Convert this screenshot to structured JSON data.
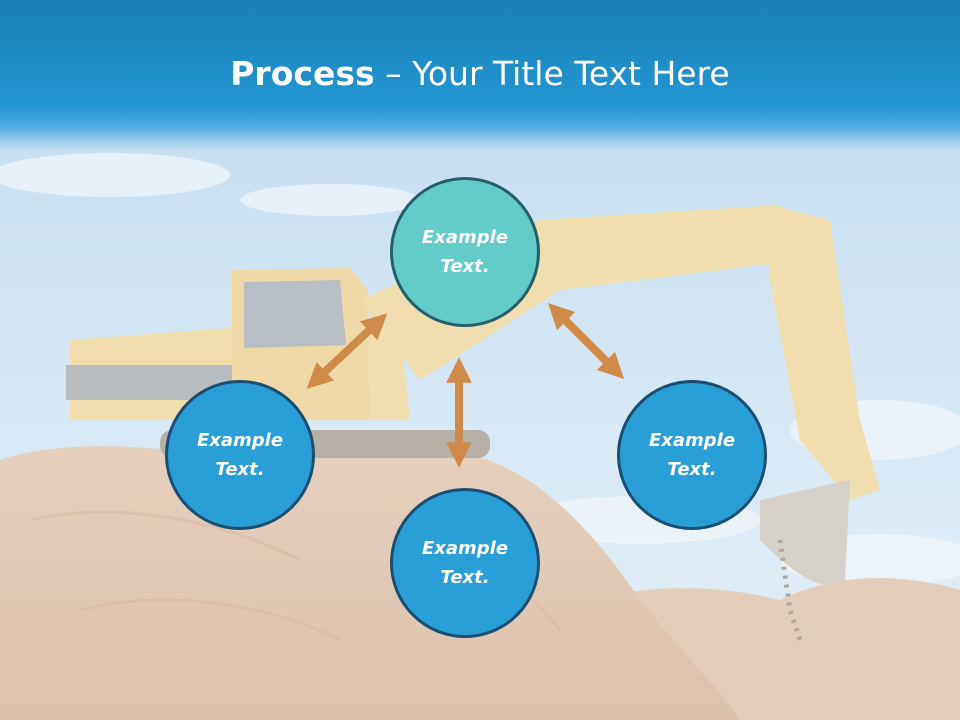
{
  "title": {
    "bold": "Process",
    "rest": " – Your Title Text Here"
  },
  "nodes": [
    {
      "label": "Example Text."
    },
    {
      "label": "Example Text."
    },
    {
      "label": "Example Text."
    },
    {
      "label": "Example Text."
    }
  ],
  "colors": {
    "header": "#2296d2",
    "center_node": "#63cbc8",
    "outer_node": "#2a9fd7",
    "arrow": "#d08a4a"
  }
}
